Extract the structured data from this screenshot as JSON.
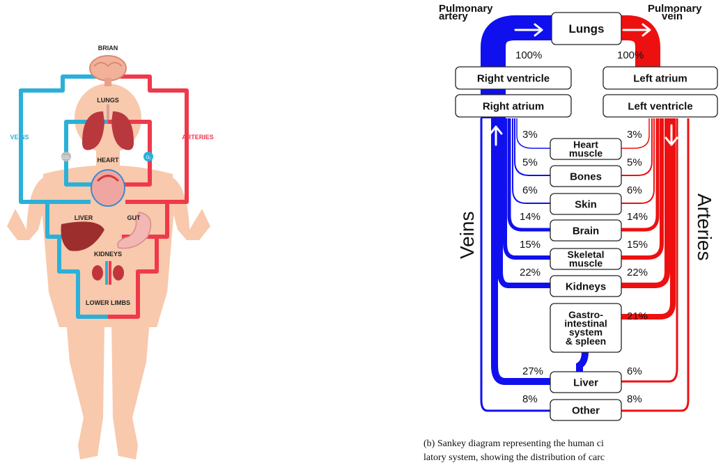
{
  "left": {
    "labels": {
      "brain": "BRIAN",
      "lungs": "LUNGS",
      "heart": "HEART",
      "liver": "LIVER",
      "gut": "GUT",
      "kidneys": "KIDNEYS",
      "lower_limbs": "LOWER LIMBS",
      "veins": "VEINS",
      "arteries": "ARTERIES",
      "co2": "CO₂",
      "o2": "O₂"
    },
    "colors": {
      "vein": "#2bb0d9",
      "artery": "#ee3a4b",
      "skin": "#f8c9ac"
    }
  },
  "right": {
    "colors": {
      "vein": "#1010ee",
      "artery": "#ee1010",
      "vein_light": "#8a8aff",
      "artery_light": "#ff8a8a"
    },
    "headers": {
      "pulmonary_artery": "Pulmonary\nartery",
      "pulmonary_vein": "Pulmonary\nvein"
    },
    "side_labels": {
      "veins": "Veins",
      "arteries": "Arteries"
    },
    "boxes": {
      "lungs": "Lungs",
      "right_ventricle": "Right ventricle",
      "left_atrium": "Left atrium",
      "right_atrium": "Right atrium",
      "left_ventricle": "Left ventricle",
      "heart_muscle": "Heart\nmuscle",
      "bones": "Bones",
      "skin": "Skin",
      "brain": "Brain",
      "skeletal_muscle": "Skeletal\nmuscle",
      "kidneys": "Kidneys",
      "gi": "Gastro-\nintestinal\nsystem\n& spleen",
      "liver": "Liver",
      "other": "Other"
    },
    "percent": {
      "lungs_left": "100%",
      "lungs_right": "100%",
      "heart_muscle_left": "3%",
      "heart_muscle_right": "3%",
      "bones_left": "5%",
      "bones_right": "5%",
      "skin_left": "6%",
      "skin_right": "6%",
      "brain_left": "14%",
      "brain_right": "14%",
      "skeletal_left": "15%",
      "skeletal_right": "15%",
      "kidneys_left": "22%",
      "kidneys_right": "22%",
      "gi_right": "21%",
      "liver_left": "27%",
      "liver_right": "6%",
      "other_left": "8%",
      "other_right": "8%"
    }
  },
  "caption": {
    "line1": "(b) Sankey diagram representing the human ci",
    "line2": "latory system, showing the distribution of carc"
  }
}
